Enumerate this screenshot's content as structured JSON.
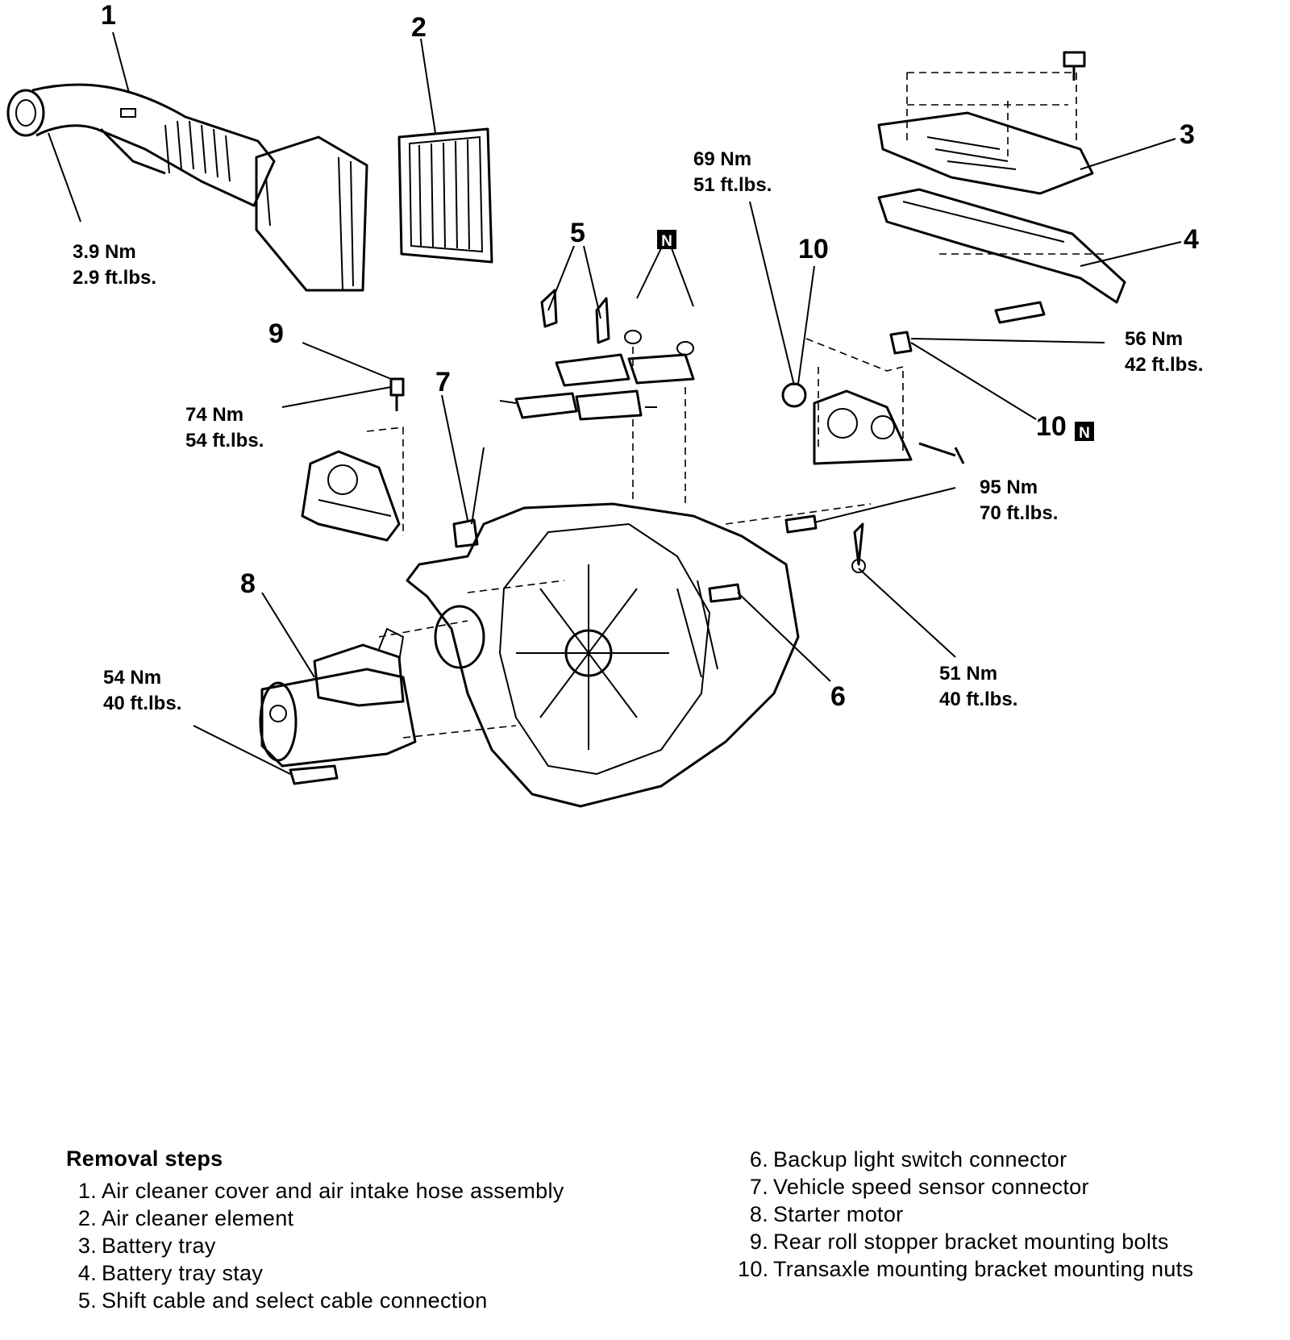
{
  "callouts": {
    "c1": "1",
    "c2": "2",
    "c3": "3",
    "c4": "4",
    "c5": "5",
    "c6": "6",
    "c7": "7",
    "c8": "8",
    "c9": "9",
    "c10a": "10",
    "c10b": "10",
    "n_mark": "N"
  },
  "torques": {
    "t1_nm": "3.9 Nm",
    "t1_ft": "2.9 ft.lbs.",
    "t2_nm": "69 Nm",
    "t2_ft": "51 ft.lbs.",
    "t3_nm": "56 Nm",
    "t3_ft": "42 ft.lbs.",
    "t4_nm": "74 Nm",
    "t4_ft": "54 ft.lbs.",
    "t5_nm": "95 Nm",
    "t5_ft": "70 ft.lbs.",
    "t6_nm": "54 Nm",
    "t6_ft": "40 ft.lbs.",
    "t7_nm": "51 Nm",
    "t7_ft": "40 ft.lbs."
  },
  "removal": {
    "heading": "Removal steps",
    "left_steps": [
      {
        "n": "1.",
        "text": "Air cleaner cover and air intake hose assembly"
      },
      {
        "n": "2.",
        "text": "Air cleaner element"
      },
      {
        "n": "3.",
        "text": "Battery tray"
      },
      {
        "n": "4.",
        "text": "Battery tray stay"
      },
      {
        "n": "5.",
        "text": "Shift cable and select cable connection"
      }
    ],
    "right_steps": [
      {
        "n": "6.",
        "text": "Backup light switch connector"
      },
      {
        "n": "7.",
        "text": "Vehicle speed sensor connector"
      },
      {
        "n": "8.",
        "text": "Starter motor"
      },
      {
        "n": "9.",
        "text": "Rear roll stopper bracket mounting bolts"
      },
      {
        "n": "10.",
        "text": "Transaxle mounting bracket mounting nuts"
      }
    ]
  }
}
